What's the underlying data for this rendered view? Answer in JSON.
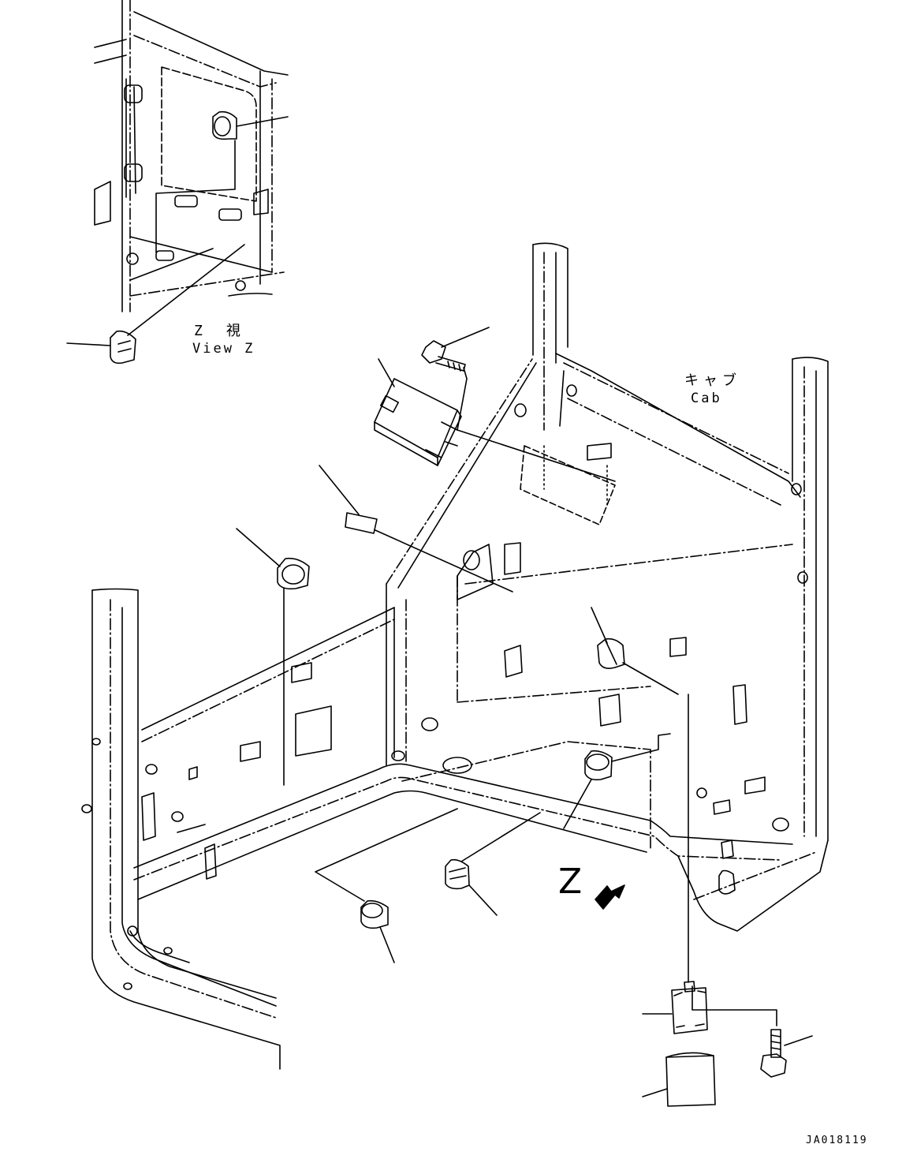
{
  "view_label": {
    "jp": "Z　視",
    "en": "View Z"
  },
  "cab_label": {
    "jp": "キャブ",
    "en": "Cab"
  },
  "arrow_label": "Z",
  "drawing_code": "JA018119",
  "colors": {
    "line": "#000000",
    "background": "#ffffff"
  }
}
